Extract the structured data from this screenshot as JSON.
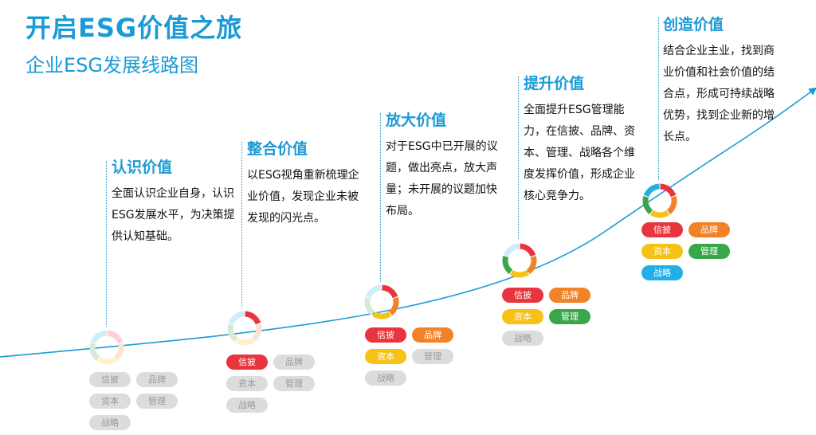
{
  "title": "开启ESG价值之旅",
  "subtitle": "企业ESG发展线路图",
  "colors": {
    "accent": "#1a9ad6",
    "red": "#e8343c",
    "orange": "#f28228",
    "yellow": "#f7c218",
    "green": "#3aa64a",
    "blue": "#22aee6",
    "inactive": "#dcdcdc"
  },
  "tag_labels": [
    "信披",
    "品牌",
    "资本",
    "管理",
    "战略"
  ],
  "stages": [
    {
      "name": "认识价值",
      "description": "全面认识企业自身，认识ESG发展水平，为决策提供认知基础。",
      "active_tags": [
        false,
        false,
        false,
        false,
        false
      ]
    },
    {
      "name": "整合价值",
      "description": "以ESG视角重新梳理企业价值，发现企业未被发现的闪光点。",
      "active_tags": [
        true,
        false,
        false,
        false,
        false
      ]
    },
    {
      "name": "放大价值",
      "description": "对于ESG中已开展的议题，做出亮点，放大声量；未开展的议题加快布局。",
      "active_tags": [
        true,
        true,
        true,
        false,
        false
      ]
    },
    {
      "name": "提升价值",
      "description": "全面提升ESG管理能力，在信披、品牌、资本、管理、战略各个维度发挥价值，形成企业核心竞争力。",
      "active_tags": [
        true,
        true,
        true,
        true,
        false
      ]
    },
    {
      "name": "创造价值",
      "description": "结合企业主业，找到商业价值和社会价值的结合点，形成可持续战略优势，找到企业新的增长点。",
      "active_tags": [
        true,
        true,
        true,
        true,
        true
      ]
    }
  ]
}
